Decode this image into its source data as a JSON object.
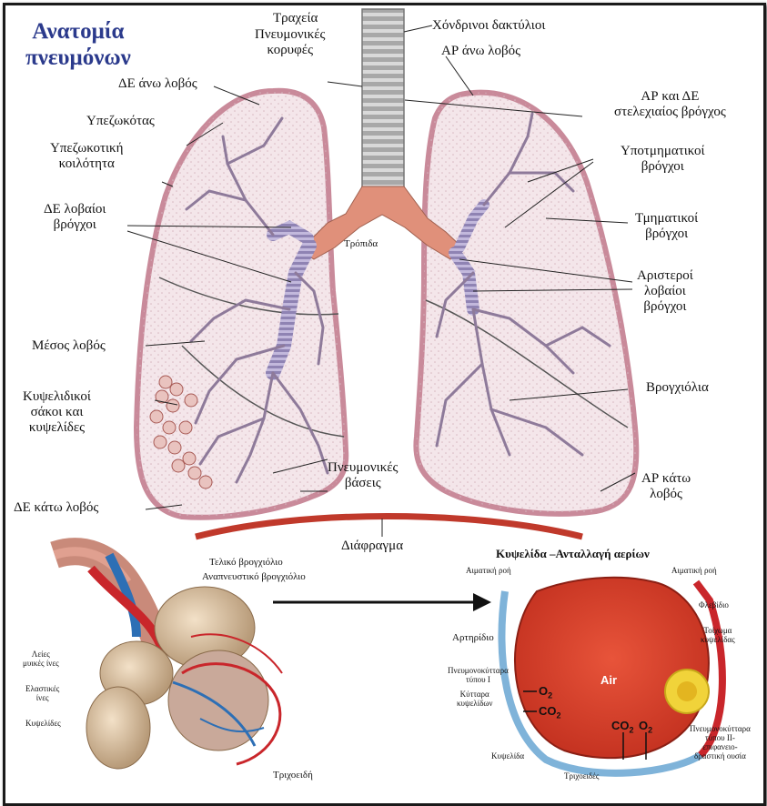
{
  "title": {
    "line1": "Ανατομία",
    "line2": "πνευμόνων"
  },
  "labels": {
    "trachea": "Τραχεία",
    "apices_1": "Πνευμονικές",
    "apices_2": "κορυφές",
    "cartilage_rings": "Χόνδρινοι δακτύλιοι",
    "right_upper_lobe": "ΑΡ άνω λοβός",
    "left_upper_lobe": "ΔΕ άνω λοβός",
    "pleura": "Υπεζωκότας",
    "pleural_cavity_1": "Υπεζωκοτική",
    "pleural_cavity_2": "κοιλότητα",
    "main_bronchi_1": "ΑΡ και ΔΕ",
    "main_bronchi_2": "στελεχιαίος βρόγχος",
    "subsegmental_1": "Υποτμηματικοί",
    "subsegmental_2": "βρόγχοι",
    "left_lobar_1": "ΔΕ λοβαίοι",
    "left_lobar_2": "βρόγχοι",
    "carina": "Τρόπιδα",
    "segmental_1": "Τμηματικοί",
    "segmental_2": "βρόγχοι",
    "right_lobar_1": "Αριστεροί",
    "right_lobar_2": "λοβαίοι",
    "right_lobar_3": "βρόγχοι",
    "middle_lobe": "Μέσος λοβός",
    "alveolar_1": "Κυψελιδικοί",
    "alveolar_2": "σάκοι και",
    "alveolar_3": "κυψελίδες",
    "bronchioles": "Βρογχιόλια",
    "bases_1": "Πνευμονικές",
    "bases_2": "βάσεις",
    "right_lower_1": "ΑΡ κάτω",
    "right_lower_2": "λοβός",
    "left_lower_lobe": "ΔΕ κάτω λοβός",
    "diaphragm": "Διάφραγμα"
  },
  "bottom_left": {
    "terminal_bronchiole": "Τελικό βρογχιόλιο",
    "respiratory_bronchiole": "Αναπνευστικό βρογχιόλιο",
    "smooth_muscle_1": "Λείες",
    "smooth_muscle_2": "μυικές ίνες",
    "elastic_1": "Ελαστικές",
    "elastic_2": "ίνες",
    "alveoli": "Κυψελίδες",
    "capillaries": "Τριχοειδή"
  },
  "bottom_right": {
    "heading": "Κυψελίδα –Ανταλλαγή αερίων",
    "blood_flow_left": "Αιματική ροή",
    "blood_flow_right": "Αιματική ροή",
    "venule": "Φλεβίδιο",
    "alveolar_wall_1": "Τοίχωμα",
    "alveolar_wall_2": "κυψελίδας",
    "arteriole": "Αρτηρίδιο",
    "pneumocyte1_1": "Πνευμονοκύτταρα",
    "pneumocyte1_2": "τύπου Ι",
    "alv_cells_1": "Κύτταρα",
    "alv_cells_2": "κυψελίδων",
    "air": "Air",
    "o2": "O",
    "co2": "CO",
    "sub2": "2",
    "pneumocyte2_1": "Πνευμονοκύτταρα",
    "pneumocyte2_2": "τύπου ΙΙ-",
    "pneumocyte2_3": "επιφανειο-",
    "pneumocyte2_4": "δραστική ουσία",
    "alveolus": "Κυψελίδα",
    "capillary": "Τριχοειδές"
  },
  "colors": {
    "title": "#2b3a8c",
    "lung_outline": "#c98a9a",
    "lung_fill": "#f6ecef",
    "cartilage": "#9d8fbf",
    "carina": "#e0907a",
    "alveolus_fill": "#d8402a",
    "artery": "#2d6fb5",
    "vein": "#c9262b"
  }
}
